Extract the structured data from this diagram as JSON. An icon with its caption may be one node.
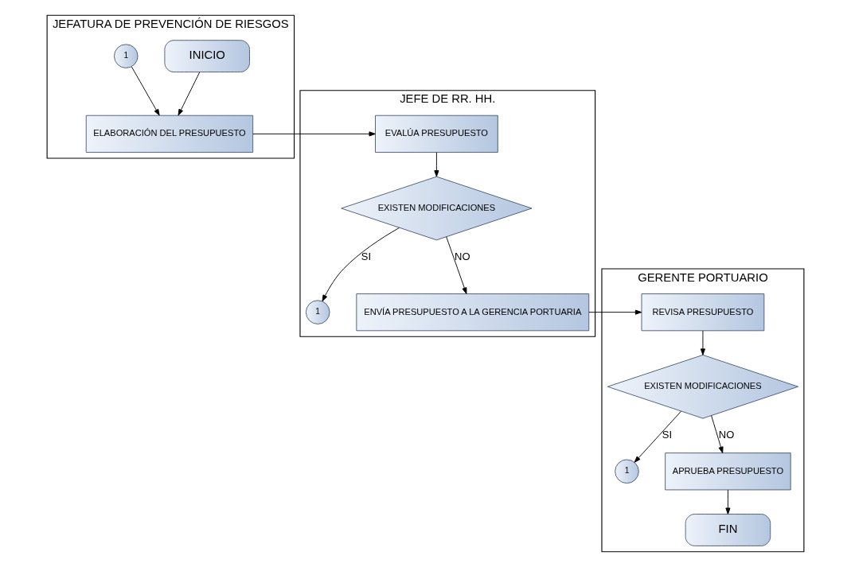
{
  "diagram": {
    "nodes": [
      {
        "text": [
          "JEFATURA DE PREVENCIÓN DE RIESGOS"
        ]
      },
      {
        "text": [
          "JEFE DE RR. HH."
        ]
      },
      {
        "text": [
          "GERENTE PORTUARIO"
        ]
      },
      {
        "text": [
          "INICIO"
        ],
        "in": 0
      },
      {
        "text": [
          "1"
        ],
        "in": 0
      },
      {
        "text": [
          "ELABORACIÓN DEL PRESUPUESTO"
        ],
        "in": 0
      },
      {
        "text": [
          "EVALÚA PRESUPUESTO"
        ],
        "in": 1
      },
      {
        "text": [
          "EXISTEN MODIFICACIONES"
        ],
        "in": 1
      },
      {
        "text": [
          "1"
        ],
        "in": 1
      },
      {
        "text": [
          "ENVÍA PRESUPUESTO A LA GERENCIA PORTUARIA"
        ],
        "in": 1
      },
      {
        "text": [
          "REVISA PRESUPUESTO"
        ],
        "in": 2
      },
      {
        "text": [
          "EXISTEN MODIFICACIONES"
        ],
        "in": 2
      },
      {
        "text": [
          "1"
        ],
        "in": 2
      },
      {
        "text": [
          "APRUEBA PRESUPUESTO"
        ],
        "in": 2
      },
      {
        "text": [
          "FIN"
        ],
        "in": 2
      }
    ],
    "edges": [
      {
        "from": 3,
        "to": 5,
        "arrow": "to"
      },
      {
        "from": 4,
        "to": 5,
        "arrow": "to"
      },
      {
        "from": 5,
        "to": 6,
        "arrow": "to"
      },
      {
        "from": 6,
        "to": 7,
        "arrow": "to"
      },
      {
        "from": 7,
        "to": 8,
        "arrow": "to",
        "label": "SI"
      },
      {
        "from": 7,
        "to": 9,
        "arrow": "to",
        "label": "NO"
      },
      {
        "from": 9,
        "to": 10,
        "arrow": "to"
      },
      {
        "from": 10,
        "to": 11,
        "arrow": "to"
      },
      {
        "from": 11,
        "to": 12,
        "arrow": "to",
        "label": "SI"
      },
      {
        "from": 11,
        "to": 13,
        "arrow": "to",
        "label": "NO"
      },
      {
        "from": 13,
        "to": 14,
        "arrow": "to"
      }
    ]
  }
}
